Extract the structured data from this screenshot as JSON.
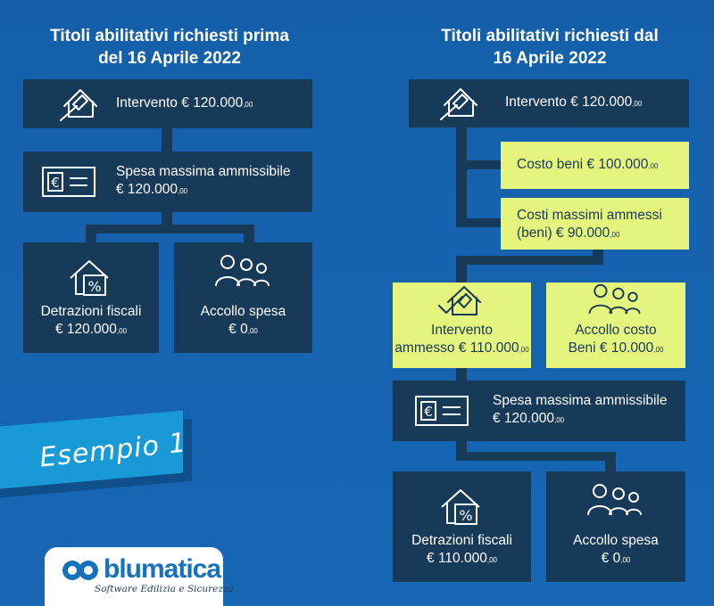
{
  "left": {
    "title_line1": "Titoli abilitativi richiesti prima",
    "title_line2": "del 16 Aprile 2022",
    "intervento": {
      "label": "Intervento € 120.000",
      "cents": ",00"
    },
    "spesa": {
      "line1": "Spesa massima ammissibile",
      "line2": "€ 120.000",
      "cents": ",00"
    },
    "detrazioni": {
      "line1": "Detrazioni fiscali",
      "line2": "€ 120.000",
      "cents": ",00"
    },
    "accollo": {
      "line1": "Accollo spesa",
      "line2": "€ 0",
      "cents": ",00"
    }
  },
  "right": {
    "title_line1": "Titoli abilitativi richiesti dal",
    "title_line2": "16 Aprile 2022",
    "intervento": {
      "label": "Intervento € 120.000",
      "cents": ",00"
    },
    "costo_beni": {
      "label": "Costo beni € 100.000",
      "cents": ",00"
    },
    "costi_massimi": {
      "line1": "Costi massimi ammessi",
      "line2": "(beni) € 90.000",
      "cents": ",00"
    },
    "intervento_ammesso": {
      "line1": "Intervento",
      "line2": "ammesso € 110.000",
      "cents": ",00"
    },
    "accollo_costo": {
      "line1": "Accollo costo",
      "line2": "Beni € 10.000",
      "cents": ",00"
    },
    "spesa": {
      "line1": "Spesa massima ammissibile",
      "line2": "€ 120.000",
      "cents": ",00"
    },
    "detrazioni": {
      "line1": "Detrazioni fiscali",
      "line2": "€ 110.000",
      "cents": ",00"
    },
    "accollo": {
      "line1": "Accollo spesa",
      "line2": "€ 0",
      "cents": ",00"
    }
  },
  "example_label": "Esempio 1",
  "logo": {
    "brand": "blumatica",
    "tagline": "Software Edilizia e Sicurezza"
  },
  "colors": {
    "background": "#1767b5",
    "dark_box": "#163a58",
    "highlight_box": "#e4f47c",
    "banner": "#199ad6"
  },
  "icons": [
    "house-hammer-icon",
    "euro-cheque-icon",
    "house-percent-icon",
    "people-group-icon"
  ]
}
